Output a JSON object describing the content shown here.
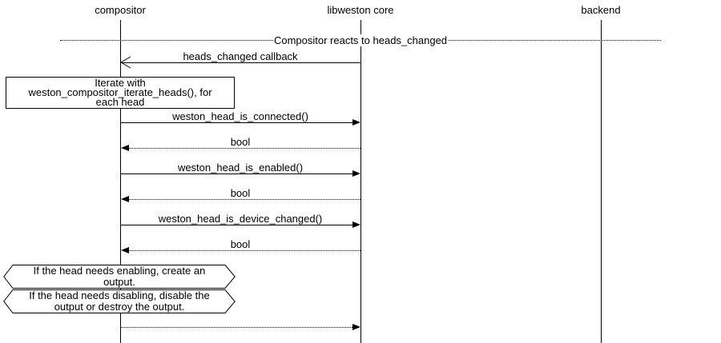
{
  "diagram": {
    "type": "sequence-diagram",
    "participants": [
      {
        "id": "compositor",
        "label": "compositor"
      },
      {
        "id": "libweston-core",
        "label": "libweston core"
      },
      {
        "id": "backend",
        "label": "backend"
      }
    ],
    "divider": {
      "label": "Compositor reacts to heads_changed"
    },
    "note": {
      "lines": [
        "Iterate with",
        "weston_compositor_iterate_heads(), for",
        "each head"
      ]
    },
    "messages": [
      {
        "label": "heads_changed callback",
        "from": "libweston core",
        "to": "compositor",
        "line": "solid",
        "arrowhead": "open"
      },
      {
        "label": "weston_head_is_connected()",
        "from": "compositor",
        "to": "libweston core",
        "line": "solid",
        "arrowhead": "filled"
      },
      {
        "label": "bool",
        "from": "libweston core",
        "to": "compositor",
        "line": "dotted",
        "arrowhead": "filled"
      },
      {
        "label": "weston_head_is_enabled()",
        "from": "compositor",
        "to": "libweston core",
        "line": "solid",
        "arrowhead": "filled"
      },
      {
        "label": "bool",
        "from": "libweston core",
        "to": "compositor",
        "line": "dotted",
        "arrowhead": "filled"
      },
      {
        "label": "weston_head_is_device_changed()",
        "from": "compositor",
        "to": "libweston core",
        "line": "solid",
        "arrowhead": "filled"
      },
      {
        "label": "bool",
        "from": "libweston core",
        "to": "compositor",
        "line": "dotted",
        "arrowhead": "filled"
      },
      {
        "label": "",
        "from": "compositor",
        "to": "libweston core",
        "line": "dotted",
        "arrowhead": "filled"
      }
    ],
    "hnotes": [
      {
        "lines": [
          "If the head needs enabling, create an",
          "output."
        ]
      },
      {
        "lines": [
          "If the head needs disabling, disable the",
          "output or destroy the output."
        ]
      }
    ],
    "colors": {
      "background": "#ffffff",
      "line": "#000000",
      "text": "#000000",
      "box_fill": "#ffffff"
    }
  }
}
